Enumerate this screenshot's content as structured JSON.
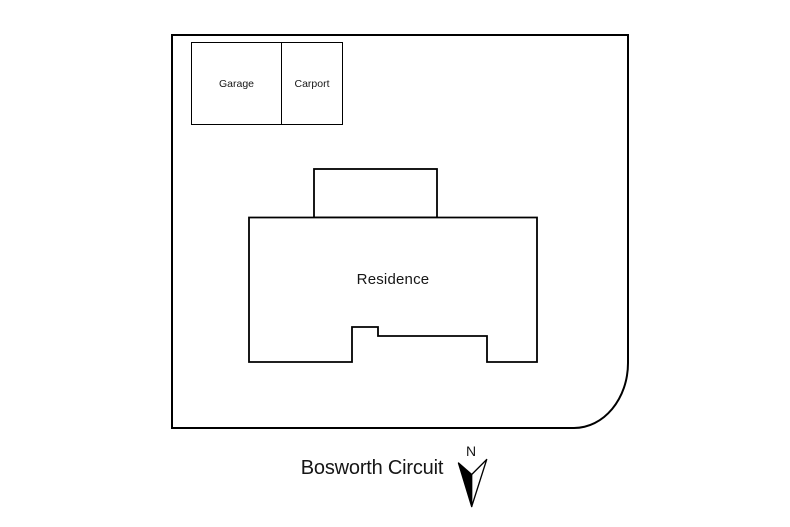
{
  "plan": {
    "buildings": {
      "garage": "Garage",
      "carport": "Carport",
      "residence": "Residence"
    },
    "street": {
      "name": "Bosworth Circuit"
    },
    "compass": {
      "north_label": "N",
      "icon": "north-arrow-icon"
    },
    "colors": {
      "line": "#000000",
      "background": "#ffffff",
      "arrow_fill_left": "#000000",
      "arrow_fill_right": "#ffffff"
    }
  }
}
